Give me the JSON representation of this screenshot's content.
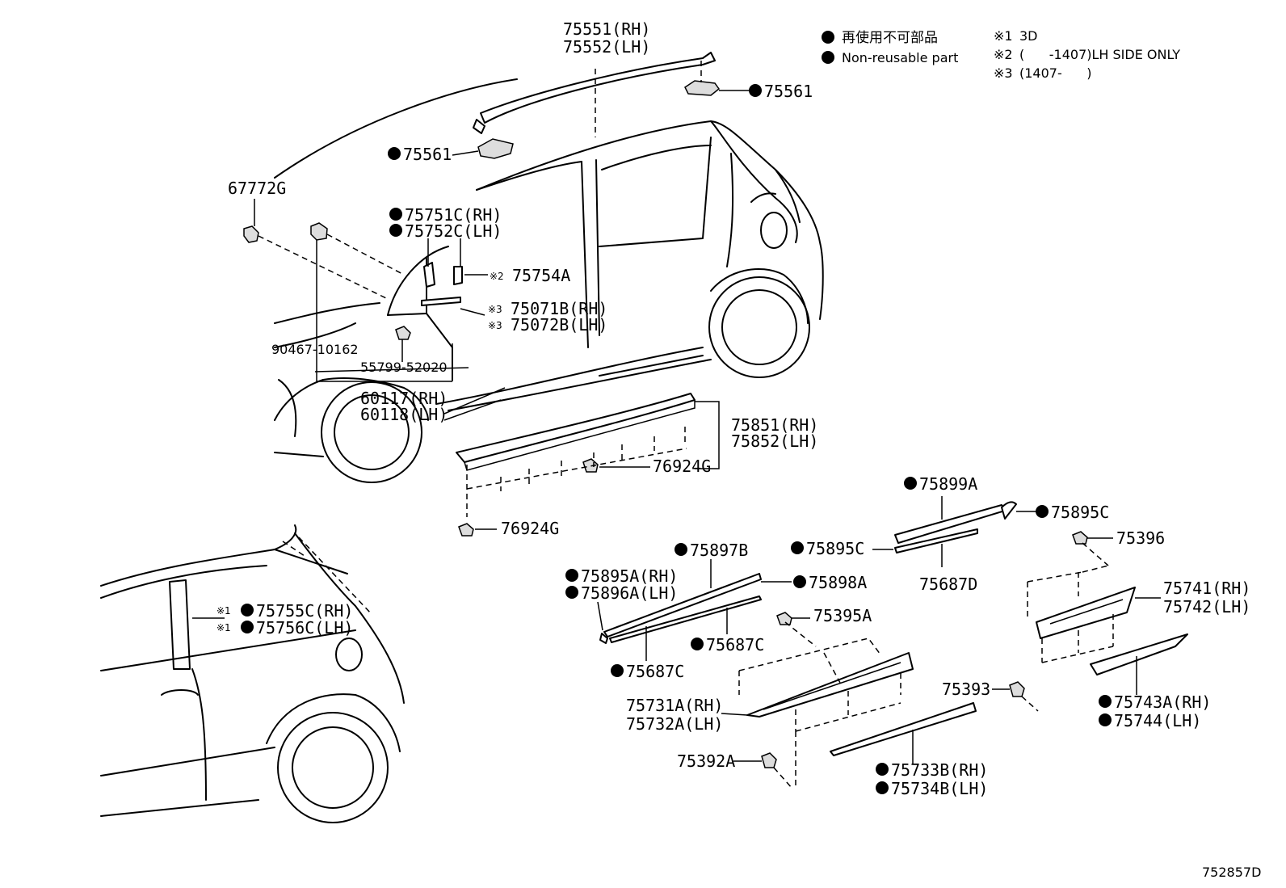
{
  "legend": {
    "jp_label": "再使用不可部品",
    "en_label": "Non-reusable part",
    "notes": [
      {
        "mark": "※1",
        "text": "3D"
      },
      {
        "mark": "※2",
        "text": "(      -1407)LH SIDE ONLY"
      },
      {
        "mark": "※3",
        "text": "(1407-      )"
      }
    ]
  },
  "callouts": {
    "c75551": "75551(RH)",
    "c75552": "75552(LH)",
    "c75561a": "75561",
    "c75561b": "75561",
    "c67772": "67772G",
    "c75751": "75751C(RH)",
    "c75752": "75752C(LH)",
    "c75754m": "※2",
    "c75754": "75754A",
    "c75071m": "※3",
    "c75071": "75071B(RH)",
    "c75072m": "※3",
    "c75072": "75072B(LH)",
    "c90467": "90467-10162",
    "c55799": "55799-52020",
    "c60117": "60117(RH)",
    "c60118": "60118(LH)",
    "c75851": "75851(RH)",
    "c75852": "75852(LH)",
    "c76924a": "76924G",
    "c76924b": "76924G",
    "c75899": "75899A",
    "c75895c1": "75895C",
    "c75895c2": "75895C",
    "c75396": "75396",
    "c75687d": "75687D",
    "c75897": "75897B",
    "c75895a": "75895A(RH)",
    "c75896a": "75896A(LH)",
    "c75898": "75898A",
    "c75687c1": "75687C",
    "c75687c2": "75687C",
    "c75395": "75395A",
    "c75741": "75741(RH)",
    "c75742": "75742(LH)",
    "c75731": "75731A(RH)",
    "c75732": "75732A(LH)",
    "c75393": "75393",
    "c75743": "75743A(RH)",
    "c75744": "75744(LH)",
    "c75392": "75392A",
    "c75733": "75733B(RH)",
    "c75734": "75734B(LH)",
    "c75755m": "※1",
    "c75755": "75755C(RH)",
    "c75756m": "※1",
    "c75756": "75756C(LH)"
  },
  "diagram_id": "752857D"
}
